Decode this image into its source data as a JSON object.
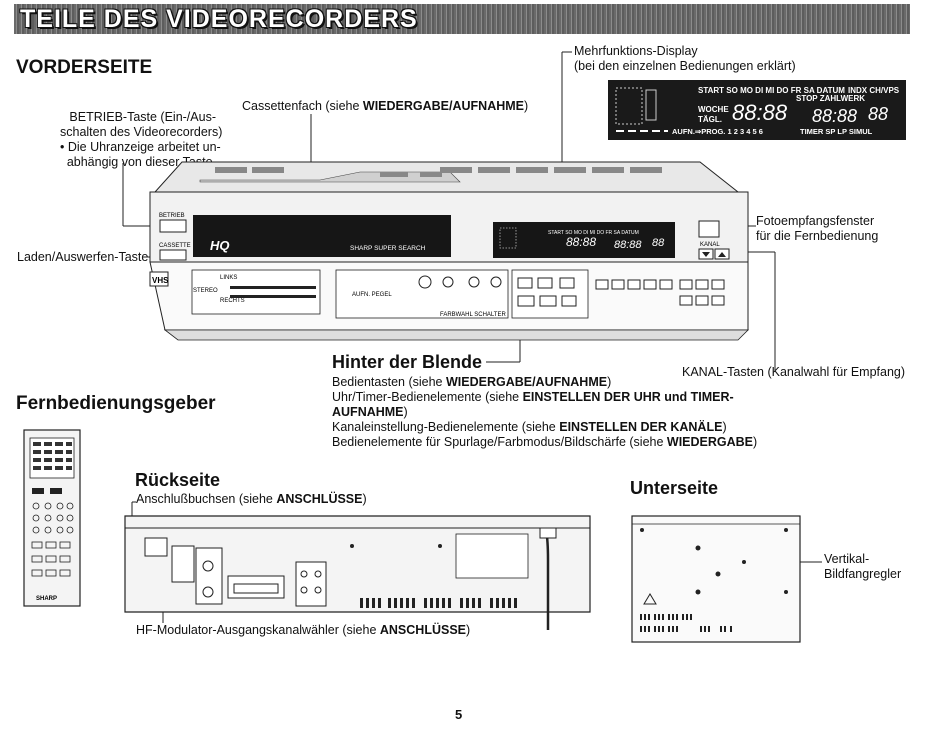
{
  "banner": {
    "title": "TEILE DES VIDEORECORDERS"
  },
  "front": {
    "heading": "VORDERSEITE",
    "power_label": [
      "BETRIEB-Taste (Ein-/Aus-",
      "schalten des Videorecorders)",
      "• Die Uhranzeige arbeitet un-",
      "abhängig von dieser Taste."
    ],
    "eject_label": "Laden/Auswerfen-Taste",
    "cassette_label": {
      "text": "Cassettenfach (siehe ",
      "bold": "WIEDERGABE/AUFNAHME",
      "close": ")"
    },
    "display_label": [
      "Mehrfunktions-Display",
      "(bei den einzelnen Bedienungen erklärt)"
    ],
    "sensor_label": [
      "Fotoempfangsfenster",
      "für die Fernbedienung"
    ],
    "channel_label": "KANAL-Tasten (Kanalwahl für Empfang)",
    "behind_panel": {
      "title": "Hinter der Blende",
      "lines": [
        {
          "text": "Bedientasten (siehe ",
          "bold": "WIEDERGABE/AUFNAHME",
          "close": ")"
        },
        {
          "text": "Uhr/Timer-Bedienelemente  (siehe  ",
          "bold": "EINSTELLEN  DER  UHR  und  TIMER-",
          "close": ""
        },
        {
          "text": "",
          "bold": "AUFNAHME",
          "close": ")"
        },
        {
          "text": "Kanaleinstellung-Bedienelemente (siehe ",
          "bold": "EINSTELLEN DER KANÄLE",
          "close": ")"
        },
        {
          "text": "Bedienelemente für Spurlage/Farbmodus/Bildschärfe (siehe ",
          "bold": "WIEDERGABE",
          "close": ")"
        }
      ]
    }
  },
  "remote": {
    "heading": "Fernbedienungsgeber",
    "brand": "SHARP"
  },
  "rear": {
    "heading": "Rückseite",
    "jacks_label": {
      "text": "Anschlußbuchsen (siehe ",
      "bold": "ANSCHLÜSSE",
      "close": ")"
    },
    "rf_label": {
      "text": "HF-Modulator-Ausgangskanalwähler (siehe ",
      "bold": "ANSCHLÜSSE",
      "close": ")"
    }
  },
  "bottom": {
    "heading": "Unterseite",
    "vertical_label": [
      "Vertikal-",
      "Bildfangregler"
    ]
  },
  "vcr": {
    "buttons": {
      "power": "BETRIEB",
      "cassette": "CASSETTE",
      "channel": "KANAL"
    },
    "brand_hq": "HQ",
    "brand_search": "SHARP SUPER SEARCH",
    "vhs": "VHS",
    "audio": {
      "left": "LINKS",
      "right": "RECHTS",
      "stereo": "STEREO"
    },
    "panel_labels": {
      "rec_level": "AUFN. PEGEL",
      "color": "FARBWAHL SCHALTER"
    }
  },
  "display": {
    "days": "START SO MO DI MI DO FR SA DATUM",
    "indx": "INDX CH/VPS",
    "stop": "STOP ZAHLWERK",
    "woche": "WOCHE",
    "tagl": "TÄGL.",
    "time1": "88:88",
    "time2": "88:88",
    "ch": "88",
    "prog": "AUFN.⇒PROG. 1 2 3 4 5 6",
    "timer": "TIMER  SP  LP  SIMUL"
  },
  "page_number": "5"
}
